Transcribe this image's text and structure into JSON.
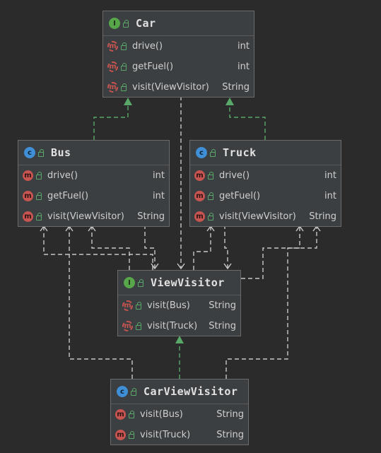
{
  "classes": [
    {
      "id": "car",
      "name": "Car",
      "kind": "interface",
      "kind_letter": "I",
      "members": [
        {
          "badge": "m",
          "abstract": true,
          "name": "drive()",
          "type": "int"
        },
        {
          "badge": "m",
          "abstract": true,
          "name": "getFuel()",
          "type": "int"
        },
        {
          "badge": "m",
          "abstract": true,
          "name": "visit(ViewVisitor)",
          "type": "String"
        }
      ]
    },
    {
      "id": "bus",
      "name": "Bus",
      "kind": "class",
      "kind_letter": "c",
      "members": [
        {
          "badge": "m",
          "abstract": false,
          "name": "drive()",
          "type": "int"
        },
        {
          "badge": "m",
          "abstract": false,
          "name": "getFuel()",
          "type": "int"
        },
        {
          "badge": "m",
          "abstract": false,
          "name": "visit(ViewVisitor)",
          "type": "String"
        }
      ]
    },
    {
      "id": "truck",
      "name": "Truck",
      "kind": "class",
      "kind_letter": "c",
      "members": [
        {
          "badge": "m",
          "abstract": false,
          "name": "drive()",
          "type": "int"
        },
        {
          "badge": "m",
          "abstract": false,
          "name": "getFuel()",
          "type": "int"
        },
        {
          "badge": "m",
          "abstract": false,
          "name": "visit(ViewVisitor)",
          "type": "String"
        }
      ]
    },
    {
      "id": "viewvisitor",
      "name": "ViewVisitor",
      "kind": "interface",
      "kind_letter": "I",
      "members": [
        {
          "badge": "m",
          "abstract": true,
          "name": "visit(Bus)",
          "type": "String"
        },
        {
          "badge": "m",
          "abstract": true,
          "name": "visit(Truck)",
          "type": "String"
        }
      ]
    },
    {
      "id": "carviewvisitor",
      "name": "CarViewVisitor",
      "kind": "class",
      "kind_letter": "c",
      "members": [
        {
          "badge": "m",
          "abstract": false,
          "name": "visit(Bus)",
          "type": "String"
        },
        {
          "badge": "m",
          "abstract": false,
          "name": "visit(Truck)",
          "type": "String"
        }
      ]
    }
  ],
  "relations": [
    {
      "from": "bus",
      "to": "car",
      "type": "implements"
    },
    {
      "from": "truck",
      "to": "car",
      "type": "implements"
    },
    {
      "from": "carviewvisitor",
      "to": "viewvisitor",
      "type": "implements"
    },
    {
      "from": "car",
      "to": "viewvisitor",
      "type": "dependency"
    },
    {
      "from": "bus",
      "to": "viewvisitor",
      "type": "dependency"
    },
    {
      "from": "truck",
      "to": "viewvisitor",
      "type": "dependency"
    },
    {
      "from": "viewvisitor",
      "to": "bus",
      "type": "dependency"
    },
    {
      "from": "viewvisitor",
      "to": "truck",
      "type": "dependency"
    },
    {
      "from": "carviewvisitor",
      "to": "bus",
      "type": "dependency"
    },
    {
      "from": "carviewvisitor",
      "to": "truck",
      "type": "dependency"
    }
  ],
  "colors": {
    "background": "#2b2b2b",
    "implements_edge": "#59a869",
    "dependency_edge": "#c8c8c8",
    "method_badge": "#c75450",
    "interface_badge": "#57a64a",
    "class_badge": "#3f8fd6"
  }
}
